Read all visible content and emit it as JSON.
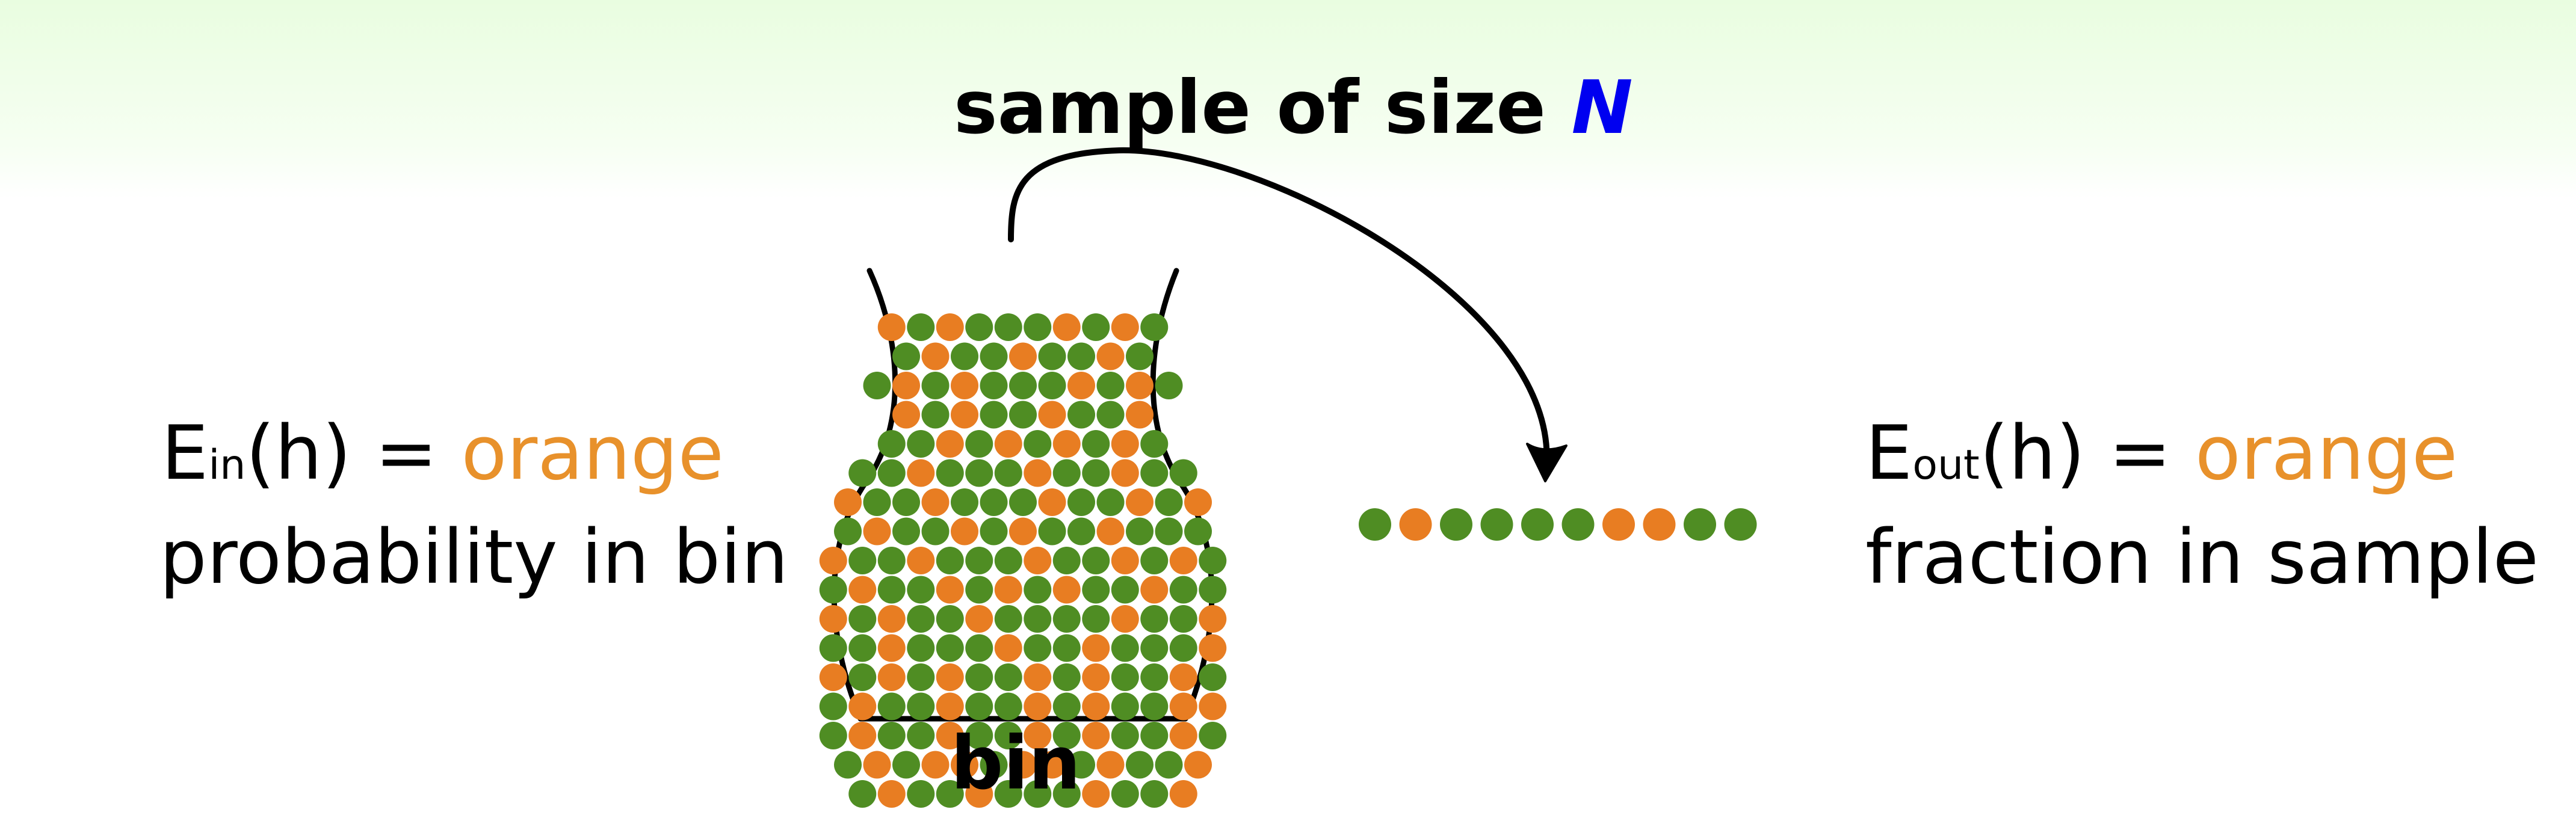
{
  "title": {
    "prefix": "sample of size ",
    "variable": "N"
  },
  "bin_label": "bin",
  "left": {
    "symbol": "E",
    "subscript": "in",
    "argument": "(h)",
    "equals": " = ",
    "value": "orange",
    "description": "probability in bin"
  },
  "right": {
    "symbol": "E",
    "subscript": "out",
    "argument": "(h)",
    "equals": " = ",
    "value": "orange",
    "description": "fraction in sample"
  },
  "colors": {
    "green": "#4f8d23",
    "orange": "#e87d22",
    "label_orange": "#e8912b",
    "variable_blue": "#0000f0",
    "outline": "#000000"
  },
  "sample": [
    "green",
    "orange",
    "green",
    "green",
    "green",
    "green",
    "orange",
    "orange",
    "green",
    "green"
  ],
  "bin_rows": [
    "OGOGGGOGOG",
    "GOGGOGGOG",
    "GOGOGGGOGOG",
    "OGOGGOGGO",
    "GGOGOGOGOG",
    "GGOGGGOGGOGG",
    "OGGOGGGOGGOGO",
    "GOGGOGOGGOGGG",
    "OGGOGGGOGGOGOG",
    "GOGGOGOGOGGOGG",
    "OGOGGOGGGGOGGO",
    "GGOGGGOGGOGGGO",
    "OGOGOGGOGOGGOG",
    "GOGGOGGOGOGGOO",
    "GOGGOGGOGOGGOG",
    "GOGOOGOOGOGGO",
    "GOGGOGGGOGGO"
  ]
}
